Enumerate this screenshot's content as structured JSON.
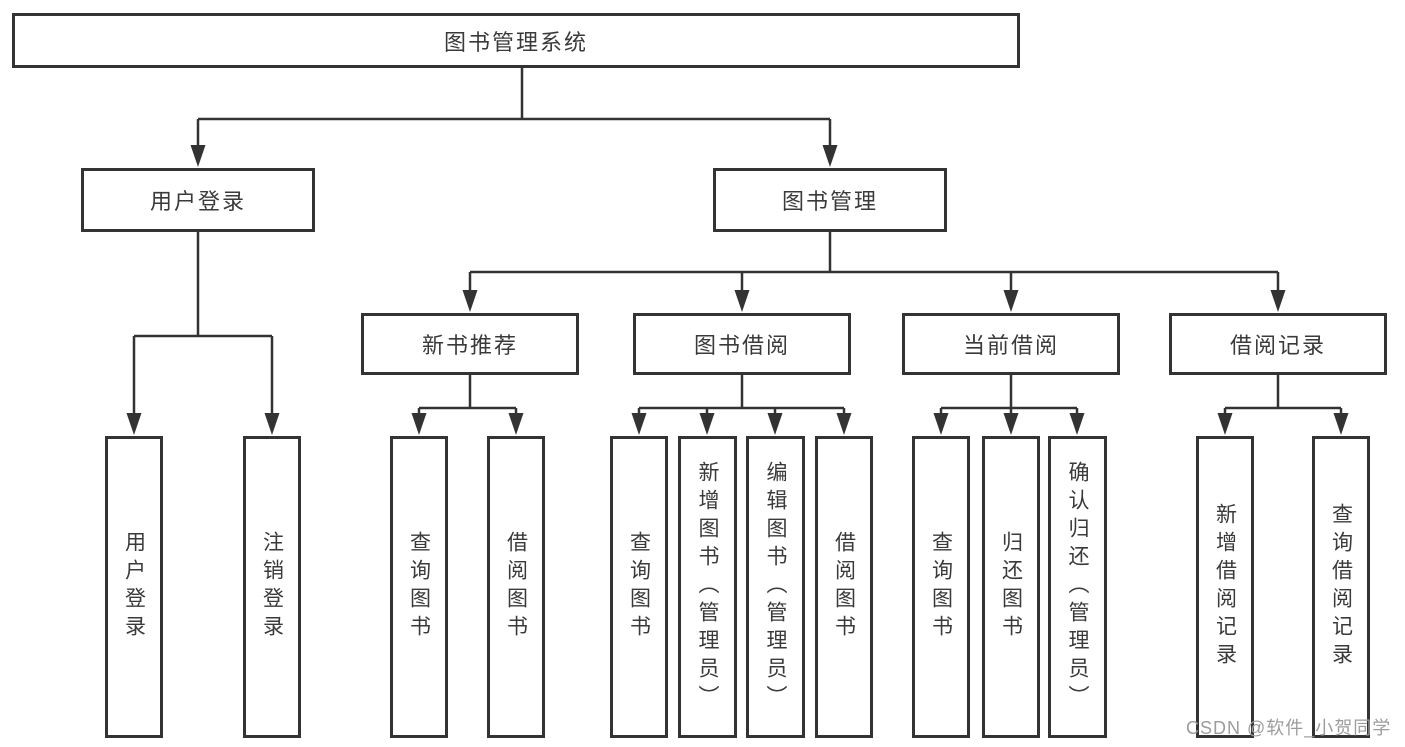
{
  "tree": {
    "root": {
      "label": "图书管理系统",
      "children": [
        {
          "label": "用户登录",
          "children": [
            {
              "label": "用户登录"
            },
            {
              "label": "注销登录"
            }
          ]
        },
        {
          "label": "图书管理",
          "children": [
            {
              "label": "新书推荐",
              "children": [
                {
                  "label": "查询图书"
                },
                {
                  "label": "借阅图书"
                }
              ]
            },
            {
              "label": "图书借阅",
              "children": [
                {
                  "label": "查询图书"
                },
                {
                  "label": "新增图书（管理员）"
                },
                {
                  "label": "编辑图书（管理员）"
                },
                {
                  "label": "借阅图书"
                }
              ]
            },
            {
              "label": "当前借阅",
              "children": [
                {
                  "label": "查询图书"
                },
                {
                  "label": "归还图书"
                },
                {
                  "label": "确认归还（管理员）"
                }
              ]
            },
            {
              "label": "借阅记录",
              "children": [
                {
                  "label": "新增借阅记录"
                },
                {
                  "label": "查询借阅记录"
                }
              ]
            }
          ]
        }
      ]
    }
  },
  "watermark": {
    "text": "CSDN @软件_小贺同学"
  },
  "colors": {
    "line": "#333333",
    "text": "#3a3a3a",
    "watermark": "#9c9c9c",
    "background": "#ffffff"
  }
}
